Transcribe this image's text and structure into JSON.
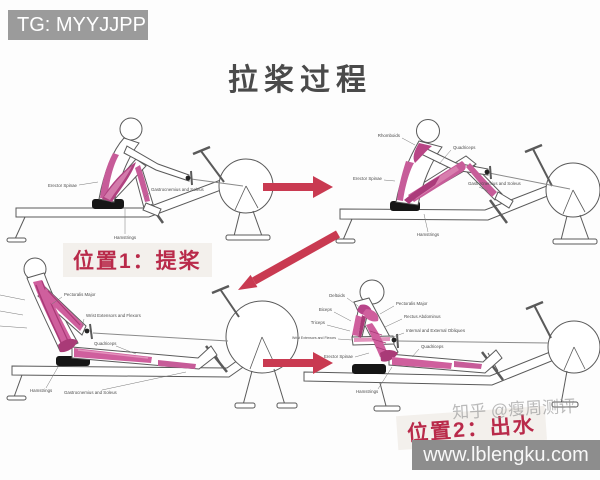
{
  "badge": {
    "label": "TG: MYYJJPP"
  },
  "title": "拉桨过程",
  "panels": [
    {
      "name": "position-1-catch",
      "caption": "位置1：提桨",
      "labels": [
        "Erector Spinae",
        "Gastrocnemius and Soleus",
        "Hamstrings"
      ]
    },
    {
      "name": "position-1-drive",
      "labels": [
        "Rhomboids",
        "Quadriceps",
        "Erector Spinae",
        "Gastrocnemius and Soleus",
        "Hamstrings"
      ]
    },
    {
      "name": "position-2-layback",
      "labels": [
        "Pectoralis Major",
        "Wrist Extensors and Flexors",
        "Quadriceps",
        "Hamstrings",
        "Gastrocnemius and Soleus"
      ]
    },
    {
      "name": "position-2-finish",
      "caption": "位置2：出水",
      "labels": [
        "Deltoids",
        "Biceps",
        "Triceps",
        "Wrist Extensors and Flexors",
        "Erector Spinae",
        "Pectoralis Major",
        "Rectus Abdominus",
        "Internal and External Obliques",
        "Quadriceps",
        "Hamstrings"
      ]
    }
  ],
  "watermark": "知乎 @瘦周测评",
  "footer": {
    "url": "www.lblengku.com"
  },
  "colors": {
    "accent_red": "#c93a51",
    "muscle_pink": "#cf5f9d",
    "badge_gray": "#9b9b9b",
    "footer_gray": "#8d8d8d"
  }
}
